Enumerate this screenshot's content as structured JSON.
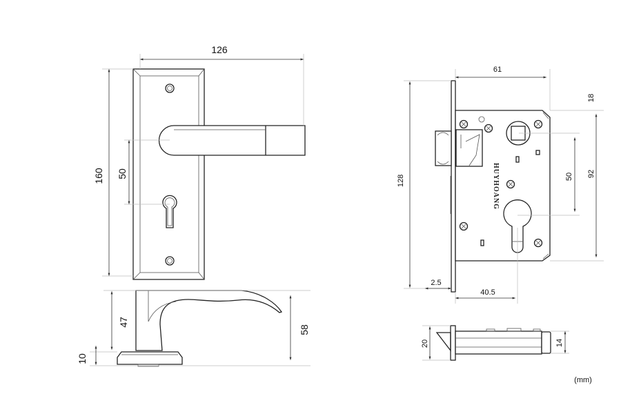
{
  "unit_label": "(mm)",
  "brand": "HUYHOANG",
  "handle_front": {
    "width": "126",
    "height": "160",
    "spindle_to_keyhole": "50"
  },
  "handle_side": {
    "lever_height": "47",
    "rose_height": "10",
    "total_height": "58"
  },
  "lock_front": {
    "backset": "61",
    "top_offset": "18",
    "case_height": "92",
    "center_distance": "50",
    "faceplate_height": "128",
    "faceplate_thickness": "2.5",
    "cylinder_backset": "40.5"
  },
  "lock_side": {
    "faceplate_width": "20",
    "body_thickness": "14"
  }
}
